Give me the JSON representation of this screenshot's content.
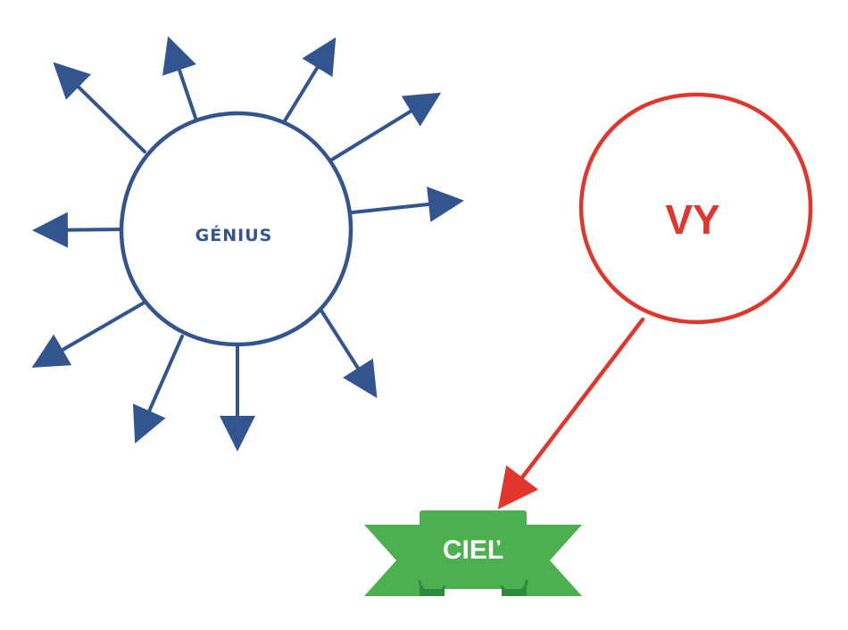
{
  "nodes": {
    "genius": {
      "label": "GÉNIUS",
      "color": "#33558F"
    },
    "you": {
      "label": "VY",
      "color": "#E2352B"
    },
    "goal": {
      "label": "CIEĽ",
      "color": "#4CAF50",
      "fold_color": "#2E8B3E",
      "text_color": "#FFFFFF"
    }
  },
  "colors": {
    "background": "#FFFFFF"
  }
}
